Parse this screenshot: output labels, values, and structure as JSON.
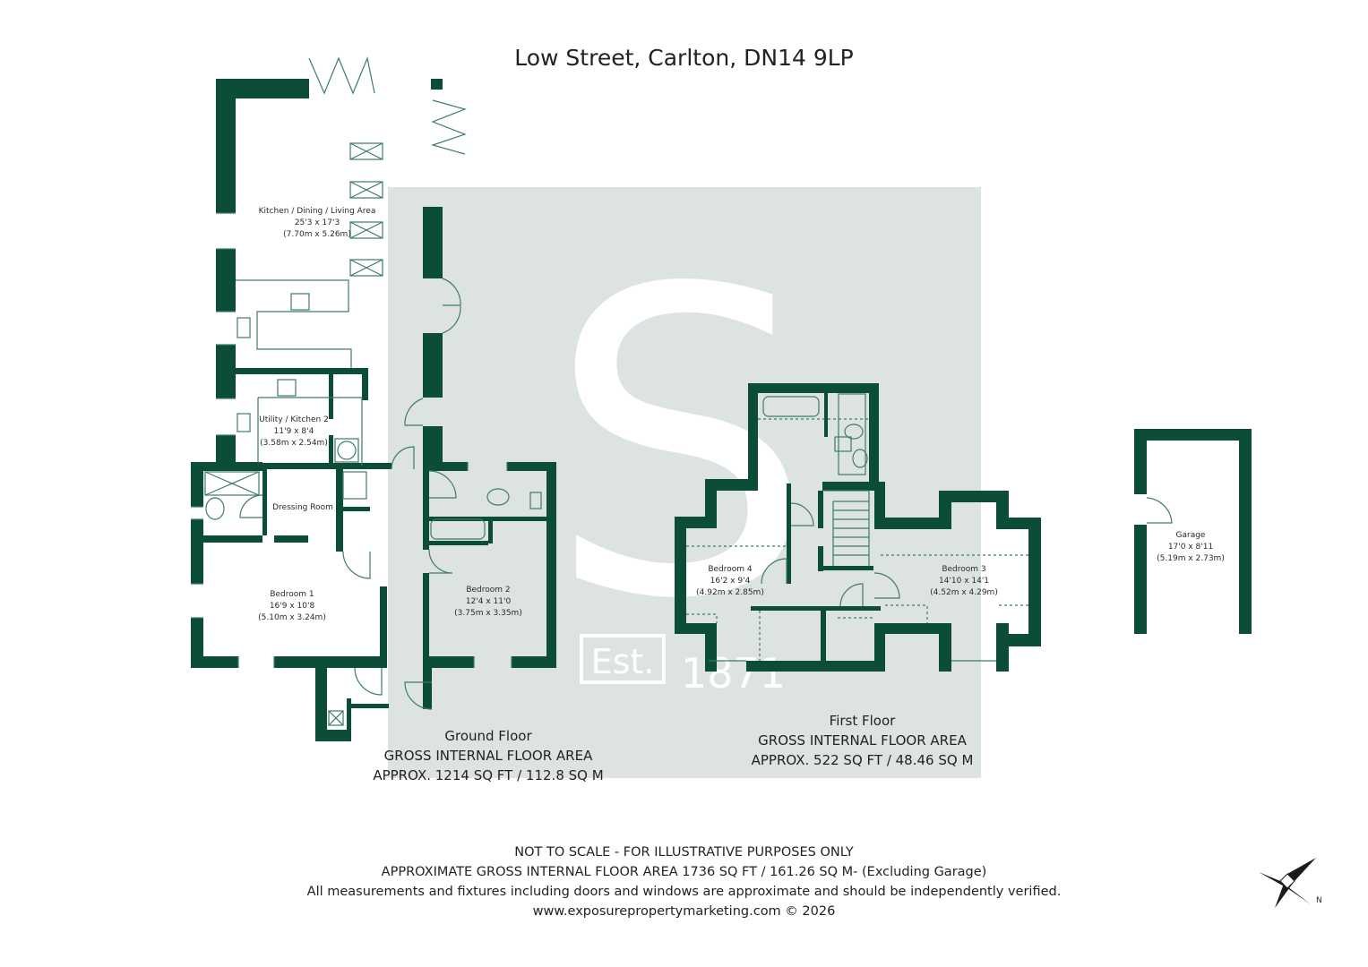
{
  "title": "Low Street, Carlton, DN14 9LP",
  "colors": {
    "wall": "#0b4d36",
    "watermark": "#dde3e0",
    "line": "#3d7d62"
  },
  "watermark": {
    "letter": "S",
    "est": "Est.",
    "year": "1871"
  },
  "rooms": {
    "kitchen": {
      "name": "Kitchen / Dining / Living Area",
      "imperial": "25'3 x 17'3",
      "metric": "(7.70m x 5.26m)"
    },
    "utility": {
      "name": "Utility / Kitchen 2",
      "imperial": "11'9 x 8'4",
      "metric": "(3.58m x 2.54m)"
    },
    "dressing": {
      "name": "Dressing Room"
    },
    "bedroom1": {
      "name": "Bedroom 1",
      "imperial": "16'9 x 10'8",
      "metric": "(5.10m x 3.24m)"
    },
    "bedroom2": {
      "name": "Bedroom 2",
      "imperial": "12'4 x 11'0",
      "metric": "(3.75m x 3.35m)"
    },
    "bedroom4": {
      "name": "Bedroom 4",
      "imperial": "16'2 x 9'4",
      "metric": "(4.92m x 2.85m)"
    },
    "bedroom3": {
      "name": "Bedroom 3",
      "imperial": "14'10 x 14'1",
      "metric": "(4.52m x 4.29m)"
    },
    "garage": {
      "name": "Garage",
      "imperial": "17'0 x 8'11",
      "metric": "(5.19m x 2.73m)"
    }
  },
  "ground_floor": {
    "label": "Ground Floor",
    "area_heading": "GROSS INTERNAL FLOOR AREA",
    "area": "APPROX. 1214 SQ FT / 112.8 SQ M"
  },
  "first_floor": {
    "label": "First Floor",
    "area_heading": "GROSS INTERNAL FLOOR AREA",
    "area": "APPROX. 522 SQ FT / 48.46 SQ M"
  },
  "footer": {
    "line1": "NOT TO SCALE - FOR ILLUSTRATIVE PURPOSES ONLY",
    "line2": "APPROXIMATE GROSS INTERNAL FLOOR AREA 1736 SQ FT / 161.26 SQ M- (Excluding Garage)",
    "line3": "All measurements and fixtures including doors and windows are approximate and should be independently verified.",
    "line4": "www.exposurepropertymarketing.com © 2026"
  },
  "compass": {
    "icon": "compass-rose-icon",
    "north": "N"
  }
}
